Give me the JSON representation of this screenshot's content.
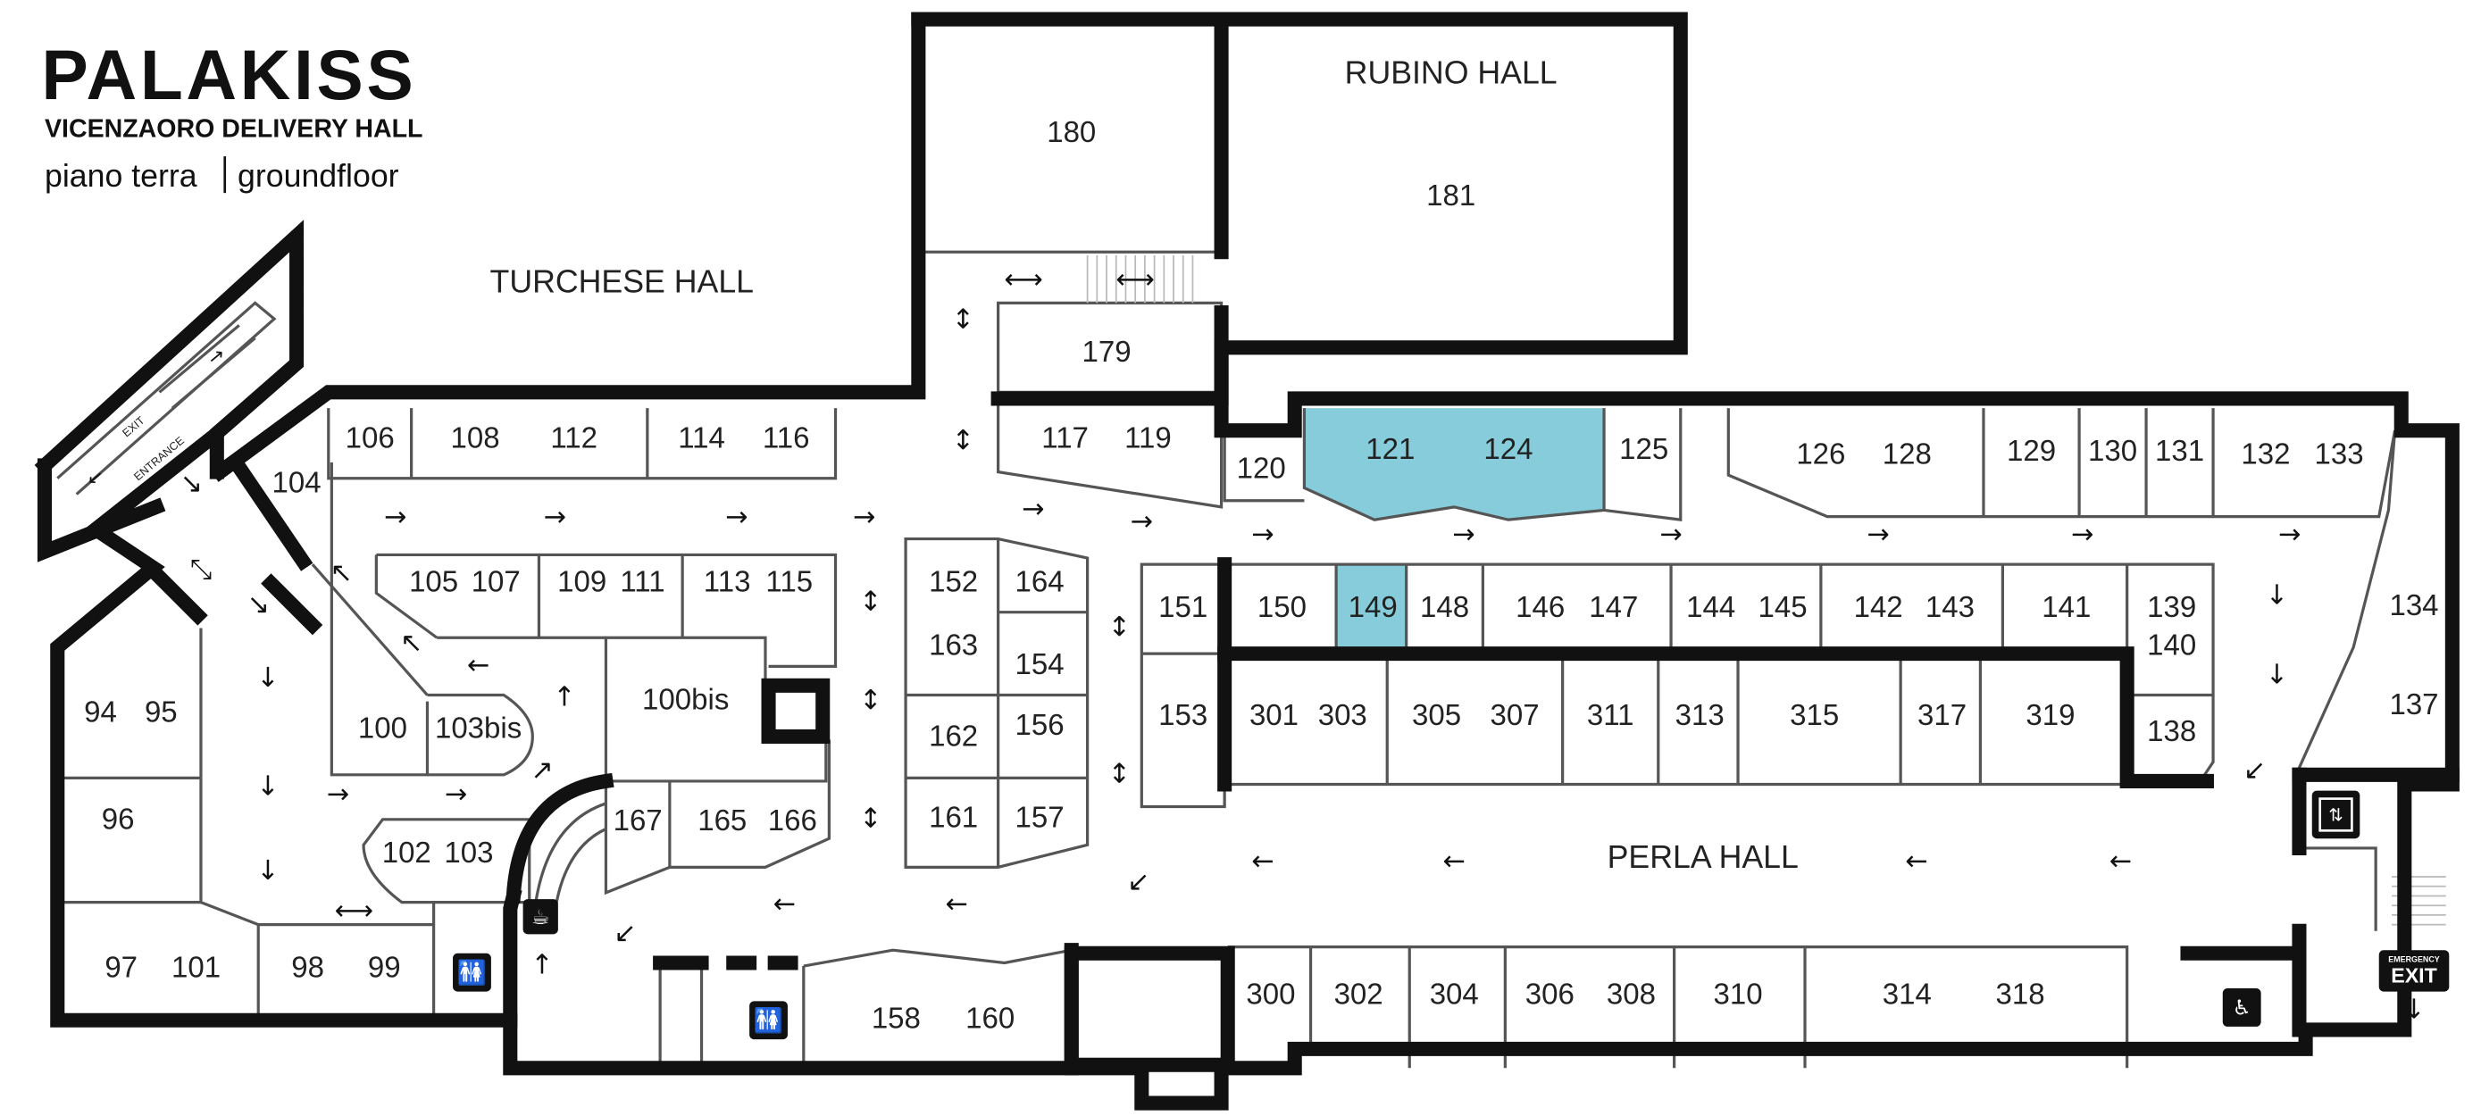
{
  "logo": {
    "title": "PALAKISS",
    "subtitle": "VICENZAORO DELIVERY HALL",
    "floor_it": "piano terra",
    "floor_en": "groundfloor"
  },
  "halls": {
    "turchese": "TURCHESE HALL",
    "rubino": "RUBINO HALL",
    "perla": "PERLA HALL"
  },
  "colors": {
    "highlight": "#86CCDA",
    "walls": "#111111"
  },
  "booths": [
    {
      "id": "b180",
      "label": "180",
      "hl": false
    },
    {
      "id": "b181",
      "label": "181",
      "hl": false
    },
    {
      "id": "b179",
      "label": "179",
      "hl": false
    },
    {
      "id": "b117",
      "label": "117",
      "hl": false
    },
    {
      "id": "b119",
      "label": "119",
      "hl": false
    },
    {
      "id": "b120",
      "label": "120",
      "hl": false
    },
    {
      "id": "b121",
      "label": "121",
      "hl": true
    },
    {
      "id": "b124",
      "label": "124",
      "hl": true
    },
    {
      "id": "b125",
      "label": "125",
      "hl": false
    },
    {
      "id": "b126",
      "label": "126",
      "hl": false
    },
    {
      "id": "b128",
      "label": "128",
      "hl": false
    },
    {
      "id": "b129",
      "label": "129",
      "hl": false
    },
    {
      "id": "b130",
      "label": "130",
      "hl": false
    },
    {
      "id": "b131",
      "label": "131",
      "hl": false
    },
    {
      "id": "b132",
      "label": "132",
      "hl": false
    },
    {
      "id": "b133",
      "label": "133",
      "hl": false
    },
    {
      "id": "b134",
      "label": "134",
      "hl": false
    },
    {
      "id": "b137",
      "label": "137",
      "hl": false
    },
    {
      "id": "b106",
      "label": "106",
      "hl": false
    },
    {
      "id": "b108",
      "label": "108",
      "hl": false
    },
    {
      "id": "b112",
      "label": "112",
      "hl": false
    },
    {
      "id": "b114",
      "label": "114",
      "hl": false
    },
    {
      "id": "b116",
      "label": "116",
      "hl": false
    },
    {
      "id": "b104",
      "label": "104",
      "hl": false
    },
    {
      "id": "b105",
      "label": "105",
      "hl": false
    },
    {
      "id": "b107",
      "label": "107",
      "hl": false
    },
    {
      "id": "b109",
      "label": "109",
      "hl": false
    },
    {
      "id": "b111",
      "label": "111",
      "hl": false
    },
    {
      "id": "b113",
      "label": "113",
      "hl": false
    },
    {
      "id": "b115",
      "label": "115",
      "hl": false
    },
    {
      "id": "b100",
      "label": "100",
      "hl": false
    },
    {
      "id": "b103bis",
      "label": "103bis",
      "hl": false
    },
    {
      "id": "b100bis",
      "label": "100bis",
      "hl": false
    },
    {
      "id": "b94",
      "label": "94",
      "hl": false
    },
    {
      "id": "b95",
      "label": "95",
      "hl": false
    },
    {
      "id": "b96",
      "label": "96",
      "hl": false
    },
    {
      "id": "b97",
      "label": "97",
      "hl": false
    },
    {
      "id": "b101",
      "label": "101",
      "hl": false
    },
    {
      "id": "b98",
      "label": "98",
      "hl": false
    },
    {
      "id": "b99",
      "label": "99",
      "hl": false
    },
    {
      "id": "b102",
      "label": "102",
      "hl": false
    },
    {
      "id": "b103",
      "label": "103",
      "hl": false
    },
    {
      "id": "b167",
      "label": "167",
      "hl": false
    },
    {
      "id": "b165",
      "label": "165",
      "hl": false
    },
    {
      "id": "b166",
      "label": "166",
      "hl": false
    },
    {
      "id": "b152",
      "label": "152",
      "hl": false
    },
    {
      "id": "b164",
      "label": "164",
      "hl": false
    },
    {
      "id": "b163",
      "label": "163",
      "hl": false
    },
    {
      "id": "b154",
      "label": "154",
      "hl": false
    },
    {
      "id": "b162",
      "label": "162",
      "hl": false
    },
    {
      "id": "b156",
      "label": "156",
      "hl": false
    },
    {
      "id": "b161",
      "label": "161",
      "hl": false
    },
    {
      "id": "b157",
      "label": "157",
      "hl": false
    },
    {
      "id": "b158",
      "label": "158",
      "hl": false
    },
    {
      "id": "b160",
      "label": "160",
      "hl": false
    },
    {
      "id": "b151",
      "label": "151",
      "hl": false
    },
    {
      "id": "b153",
      "label": "153",
      "hl": false
    },
    {
      "id": "b150",
      "label": "150",
      "hl": false
    },
    {
      "id": "b149",
      "label": "149",
      "hl": true
    },
    {
      "id": "b148",
      "label": "148",
      "hl": false
    },
    {
      "id": "b146",
      "label": "146",
      "hl": false
    },
    {
      "id": "b147",
      "label": "147",
      "hl": false
    },
    {
      "id": "b144",
      "label": "144",
      "hl": false
    },
    {
      "id": "b145",
      "label": "145",
      "hl": false
    },
    {
      "id": "b142",
      "label": "142",
      "hl": false
    },
    {
      "id": "b143",
      "label": "143",
      "hl": false
    },
    {
      "id": "b141",
      "label": "141",
      "hl": false
    },
    {
      "id": "b139",
      "label": "139",
      "hl": false
    },
    {
      "id": "b140",
      "label": "140",
      "hl": false
    },
    {
      "id": "b138",
      "label": "138",
      "hl": false
    },
    {
      "id": "b301",
      "label": "301",
      "hl": false
    },
    {
      "id": "b303",
      "label": "303",
      "hl": false
    },
    {
      "id": "b305",
      "label": "305",
      "hl": false
    },
    {
      "id": "b307",
      "label": "307",
      "hl": false
    },
    {
      "id": "b311",
      "label": "311",
      "hl": false
    },
    {
      "id": "b313",
      "label": "313",
      "hl": false
    },
    {
      "id": "b315",
      "label": "315",
      "hl": false
    },
    {
      "id": "b317",
      "label": "317",
      "hl": false
    },
    {
      "id": "b319",
      "label": "319",
      "hl": false
    },
    {
      "id": "b300",
      "label": "300",
      "hl": false
    },
    {
      "id": "b302",
      "label": "302",
      "hl": false
    },
    {
      "id": "b304",
      "label": "304",
      "hl": false
    },
    {
      "id": "b306",
      "label": "306",
      "hl": false
    },
    {
      "id": "b308",
      "label": "308",
      "hl": false
    },
    {
      "id": "b310",
      "label": "310",
      "hl": false
    },
    {
      "id": "b314",
      "label": "314",
      "hl": false
    },
    {
      "id": "b318",
      "label": "318",
      "hl": false
    }
  ],
  "signs": {
    "exit": "EXIT",
    "entrance": "ENTRANCE",
    "emergency": "EMERGENCY",
    "emergency_exit": "EXIT"
  },
  "icons": [
    "restroom-icon",
    "accessible-restroom-icon",
    "coffee-icon",
    "elevator-icon",
    "emergency-exit-icon"
  ]
}
